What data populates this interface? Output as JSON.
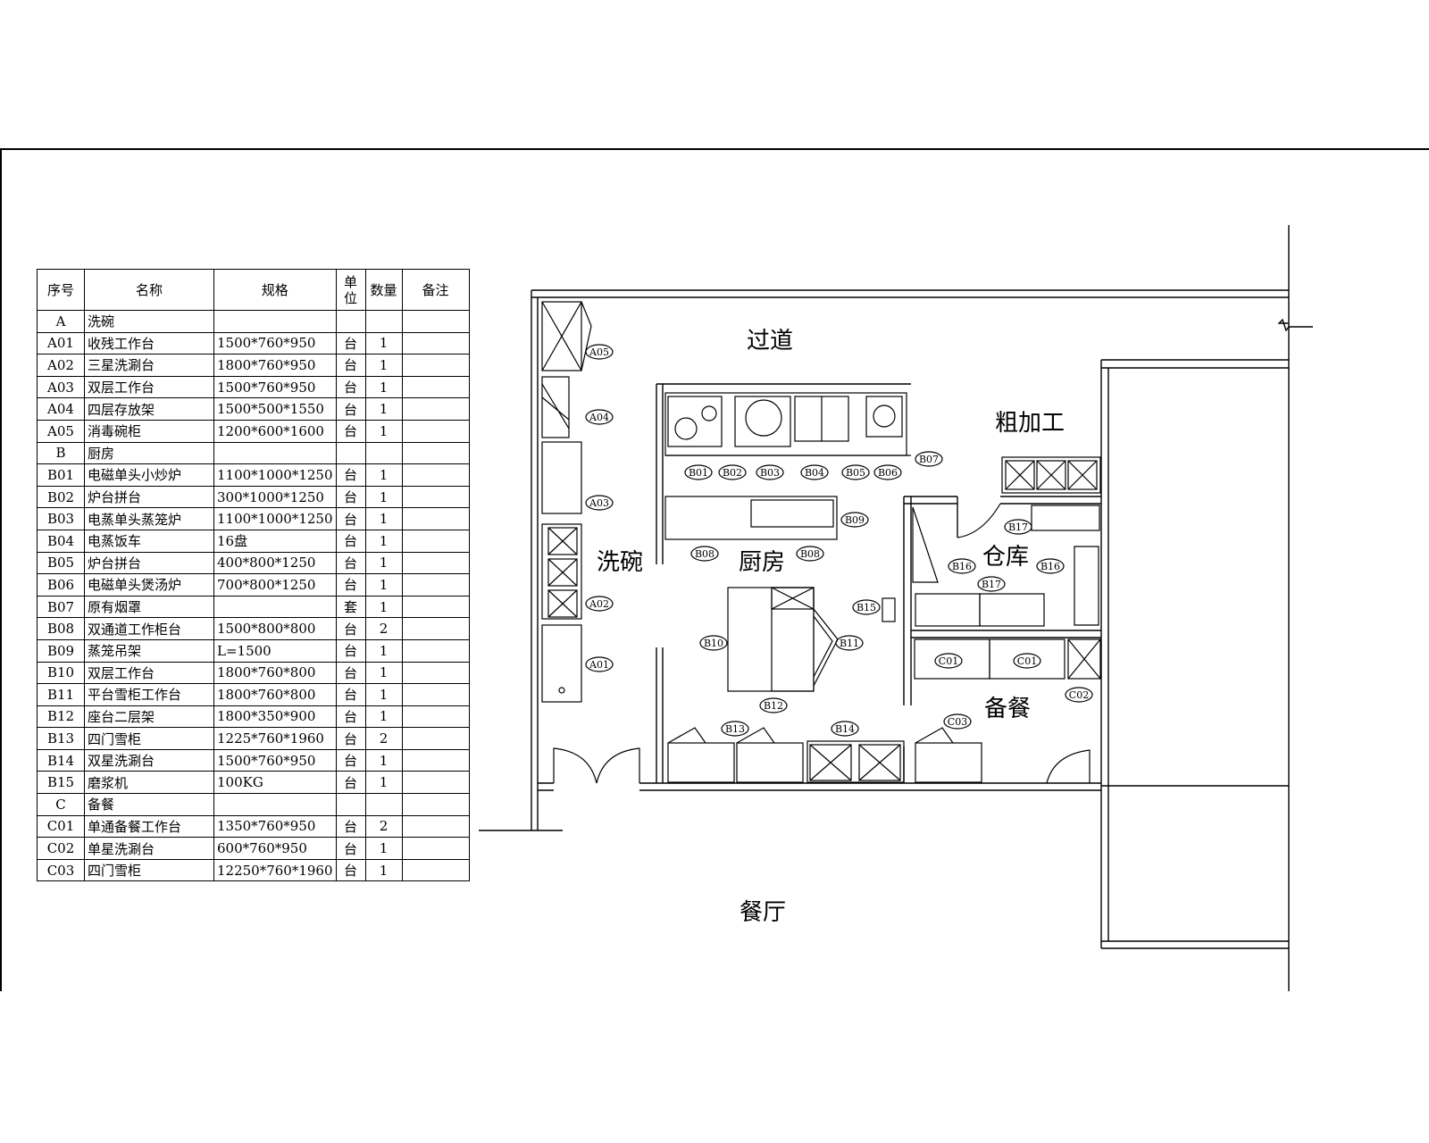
{
  "table": {
    "headers": {
      "code": "序号",
      "name": "名称",
      "spec": "规格",
      "unit_line1": "单",
      "unit_line2": "位",
      "qty": "数量",
      "note": "备注"
    },
    "rows": [
      {
        "type": "section",
        "code": "A",
        "name": "洗碗"
      },
      {
        "type": "item",
        "code": "A01",
        "name": "收残工作台",
        "spec": "1500*760*950",
        "unit": "台",
        "qty": "1"
      },
      {
        "type": "item",
        "code": "A02",
        "name": "三星洗涮台",
        "spec": "1800*760*950",
        "unit": "台",
        "qty": "1"
      },
      {
        "type": "item",
        "code": "A03",
        "name": "双层工作台",
        "spec": "1500*760*950",
        "unit": "台",
        "qty": "1"
      },
      {
        "type": "item",
        "code": "A04",
        "name": "四层存放架",
        "spec": "1500*500*1550",
        "unit": "台",
        "qty": "1"
      },
      {
        "type": "item",
        "code": "A05",
        "name": "消毒碗柜",
        "spec": "1200*600*1600",
        "unit": "台",
        "qty": "1"
      },
      {
        "type": "section",
        "code": "B",
        "name": "厨房"
      },
      {
        "type": "item",
        "code": "B01",
        "name": "电磁单头小炒炉",
        "spec": "1100*1000*1250",
        "unit": "台",
        "qty": "1"
      },
      {
        "type": "item",
        "code": "B02",
        "name": "炉台拼台",
        "spec": "300*1000*1250",
        "unit": "台",
        "qty": "1"
      },
      {
        "type": "item",
        "code": "B03",
        "name": "电蒸单头蒸笼炉",
        "spec": "1100*1000*1250",
        "unit": "台",
        "qty": "1"
      },
      {
        "type": "item",
        "code": "B04",
        "name": "电蒸饭车",
        "spec": "16盘",
        "unit": "台",
        "qty": "1"
      },
      {
        "type": "item",
        "code": "B05",
        "name": "炉台拼台",
        "spec": "400*800*1250",
        "unit": "台",
        "qty": "1"
      },
      {
        "type": "item",
        "code": "B06",
        "name": "电磁单头煲汤炉",
        "spec": "700*800*1250",
        "unit": "台",
        "qty": "1"
      },
      {
        "type": "item",
        "code": "B07",
        "name": "原有烟罩",
        "spec": "",
        "unit": "套",
        "qty": "1"
      },
      {
        "type": "item",
        "code": "B08",
        "name": "双通道工作柜台",
        "spec": "1500*800*800",
        "unit": "台",
        "qty": "2"
      },
      {
        "type": "item",
        "code": "B09",
        "name": "蒸笼吊架",
        "spec": "L=1500",
        "unit": "台",
        "qty": "1"
      },
      {
        "type": "item",
        "code": "B10",
        "name": "双层工作台",
        "spec": "1800*760*800",
        "unit": "台",
        "qty": "1"
      },
      {
        "type": "item",
        "code": "B11",
        "name": "平台雪柜工作台",
        "spec": "1800*760*800",
        "unit": "台",
        "qty": "1"
      },
      {
        "type": "item",
        "code": "B12",
        "name": "座台二层架",
        "spec": "1800*350*900",
        "unit": "台",
        "qty": "1"
      },
      {
        "type": "item",
        "code": "B13",
        "name": "四门雪柜",
        "spec": "1225*760*1960",
        "unit": "台",
        "qty": "2"
      },
      {
        "type": "item",
        "code": "B14",
        "name": "双星洗涮台",
        "spec": "1500*760*950",
        "unit": "台",
        "qty": "1"
      },
      {
        "type": "item",
        "code": "B15",
        "name": "磨浆机",
        "spec": "100KG",
        "unit": "台",
        "qty": "1"
      },
      {
        "type": "section",
        "code": "C",
        "name": "备餐"
      },
      {
        "type": "item",
        "code": "C01",
        "name": "单通备餐工作台",
        "spec": "1350*760*950",
        "unit": "台",
        "qty": "2"
      },
      {
        "type": "item",
        "code": "C02",
        "name": "单星洗涮台",
        "spec": "600*760*950",
        "unit": "台",
        "qty": "1"
      },
      {
        "type": "item",
        "code": "C03",
        "name": "四门雪柜",
        "spec": "12250*760*1960",
        "unit": "台",
        "qty": "1"
      }
    ]
  },
  "rooms": {
    "corridor": "过道",
    "prep": "粗加工",
    "dishwash": "洗碗",
    "kitchen": "厨房",
    "storage": "仓库",
    "serving": "备餐",
    "dining": "餐厅"
  },
  "tags": {
    "A05": "A05",
    "A04": "A04",
    "A03": "A03",
    "A02": "A02",
    "A01": "A01",
    "B01": "B01",
    "B02": "B02",
    "B03": "B03",
    "B04": "B04",
    "B05": "B05",
    "B06": "B06",
    "B07": "B07",
    "B08a": "B08",
    "B08b": "B08",
    "B09": "B09",
    "B10": "B10",
    "B11": "B11",
    "B12": "B12",
    "B13": "B13",
    "B14": "B14",
    "B15": "B15",
    "B16a": "B16",
    "B16b": "B16",
    "B17a": "B17",
    "B17b": "B17",
    "C01a": "C01",
    "C01b": "C01",
    "C02": "C02",
    "C03": "C03"
  }
}
